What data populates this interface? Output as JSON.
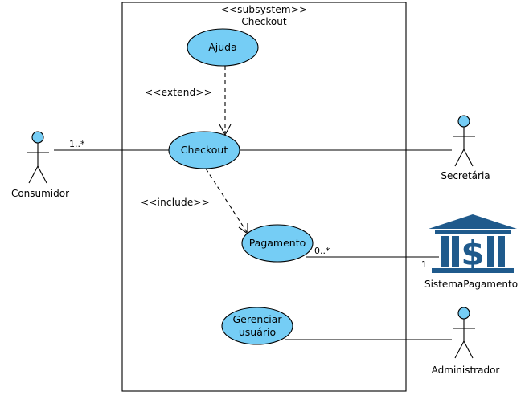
{
  "subsystem": {
    "stereotype": "<<subsystem>>",
    "name": "Checkout"
  },
  "use_cases": {
    "ajuda": "Ajuda",
    "checkout": "Checkout",
    "pagamento": "Pagamento",
    "gerenciar_line1": "Gerenciar",
    "gerenciar_line2": "usuário"
  },
  "actors": {
    "consumidor": "Consumidor",
    "secretaria": "Secretária",
    "sistema_pagamento": "SistemaPagamento",
    "administrador": "Administrador"
  },
  "relations": {
    "extend": "<<extend>>",
    "include": "<<include>>"
  },
  "multiplicities": {
    "consumidor_checkout": "1..*",
    "pagamento_side": "0..*",
    "sistema_side": "1"
  },
  "colors": {
    "use_case_fill": "#75cdf5",
    "actor_head_fill": "#75cdf5",
    "bank_icon": "#1f5a8c"
  },
  "icons": {
    "sistema_pagamento": "bank-building-dollar-icon"
  }
}
